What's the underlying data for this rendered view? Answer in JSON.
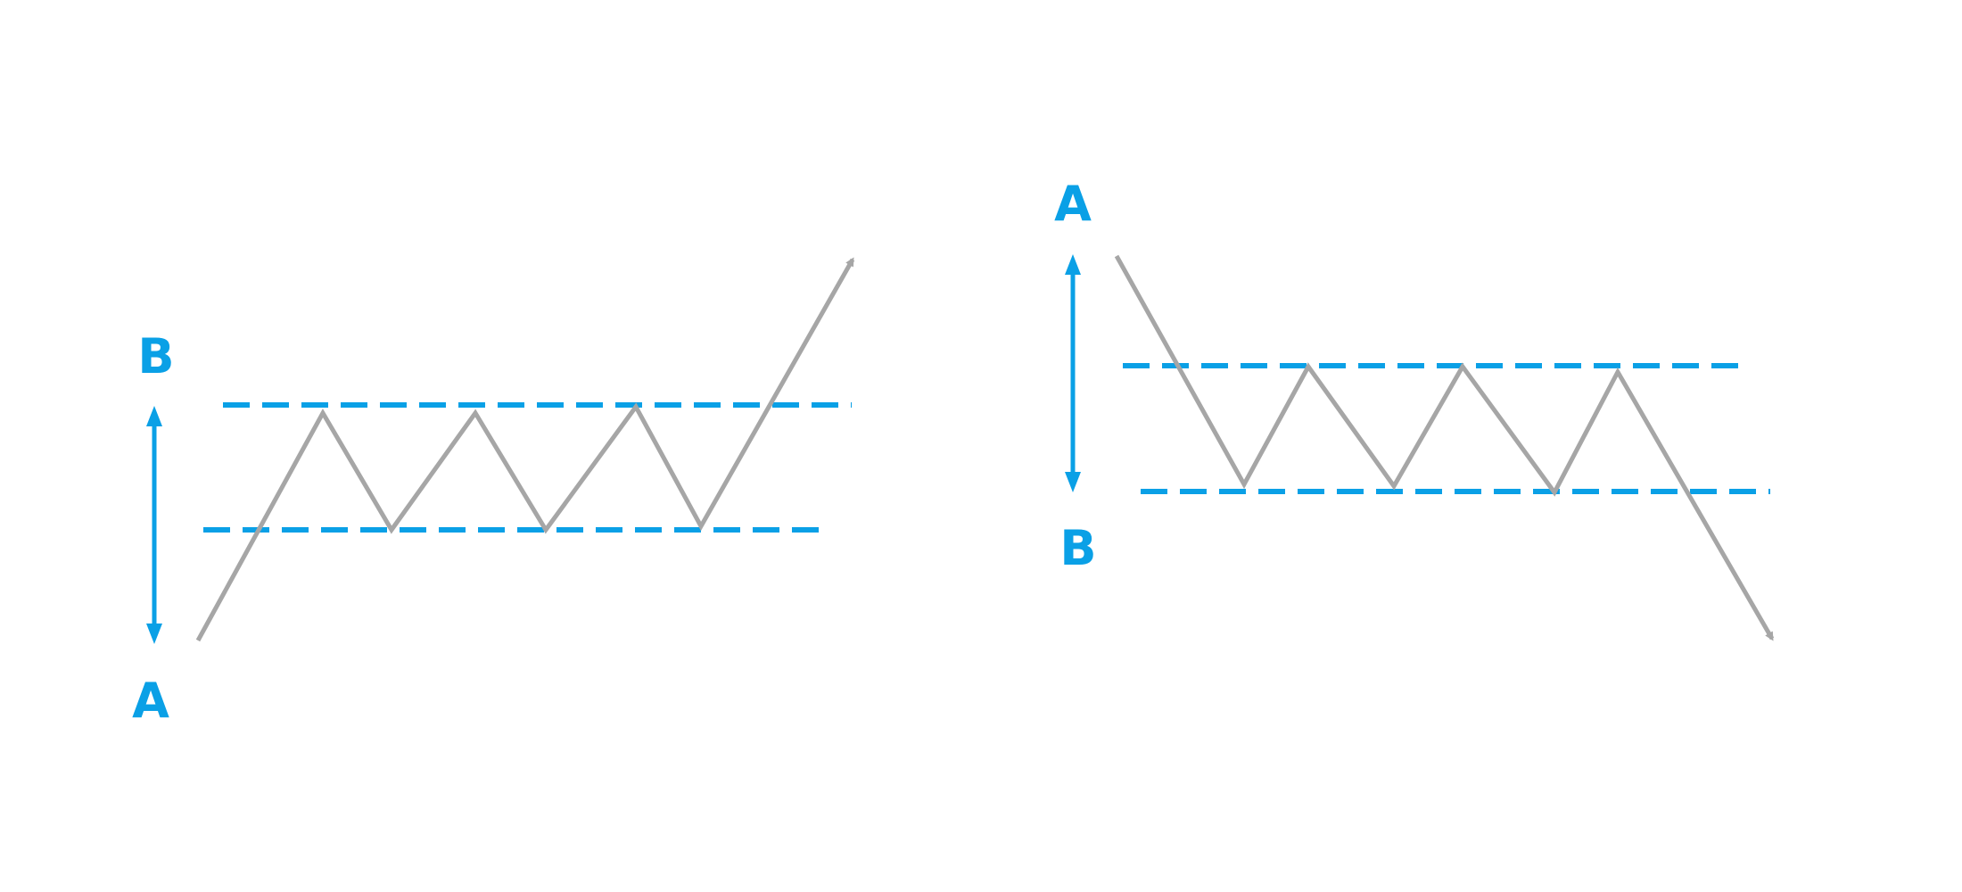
{
  "colors": {
    "background": "#ffffff",
    "accent": "#0aa0e6",
    "price_line": "#a6a6a6"
  },
  "diagrams": [
    {
      "id": "bullish-rectangle",
      "range_top_label": "B",
      "range_bottom_label": "A",
      "breakout_direction": "up"
    },
    {
      "id": "bearish-rectangle",
      "range_top_label": "A",
      "range_bottom_label": "B",
      "breakout_direction": "down"
    }
  ]
}
